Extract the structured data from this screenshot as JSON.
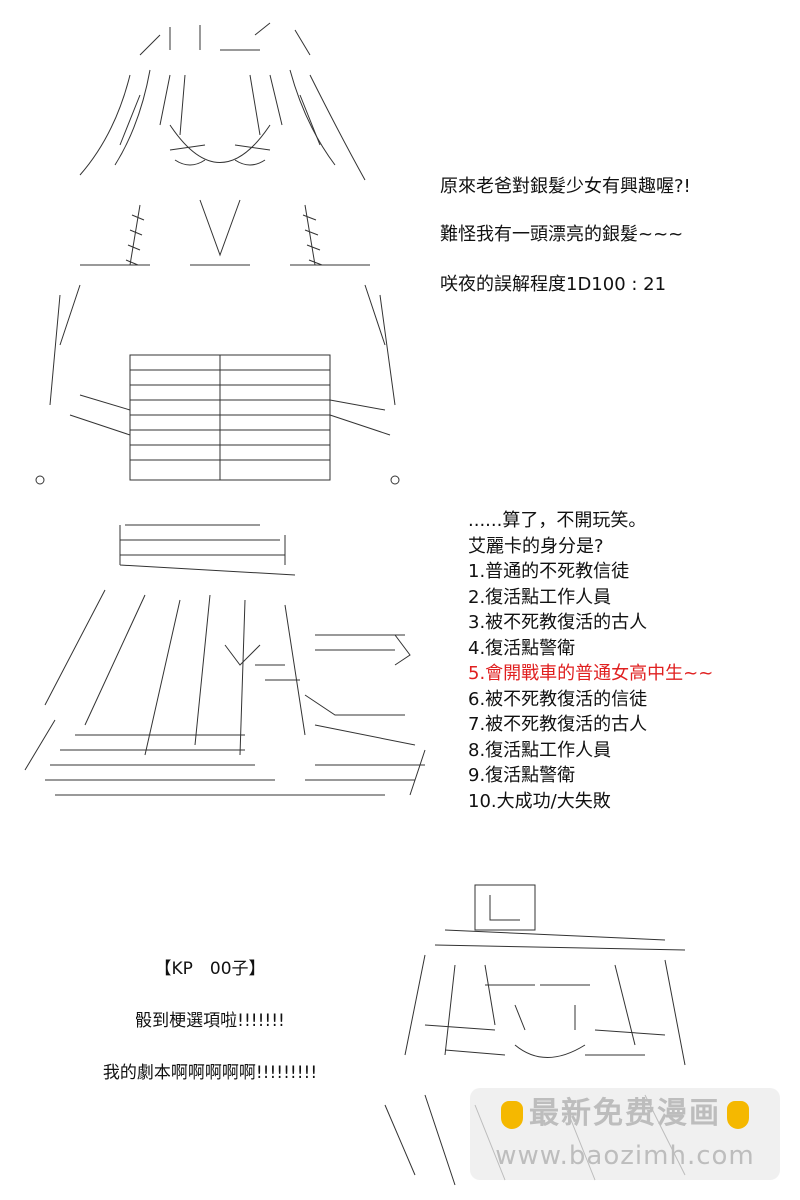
{
  "panel1": {
    "lines": [
      "原來老爸對銀髮少女有興趣喔?!",
      "難怪我有一頭漂亮的銀髮~~~",
      "咲夜的誤解程度1D100 : 21"
    ]
  },
  "panel2": {
    "intro": [
      "......算了，不開玩笑。",
      "艾麗卡的身分是?"
    ],
    "options": [
      "1.普通的不死教信徒",
      "2.復活點工作人員",
      "3.被不死教復活的古人",
      "4.復活點警衛",
      "5.會開戰車的普通女高中生~~",
      "6.被不死教復活的信徒",
      "7.被不死教復活的古人",
      "8.復活點工作人員",
      "9.復活點警衛",
      "10.大成功/大失敗"
    ],
    "highlight_index": 4,
    "highlight_color": "#e02020"
  },
  "panel3": {
    "lines": [
      "【KP　00子】",
      "骰到梗選項啦!!!!!!!",
      "我的劇本啊啊啊啊啊!!!!!!!!!"
    ]
  },
  "watermark": {
    "top": "最新免费漫画",
    "bottom": "www.baozimh.com",
    "hand_icon": "pointing-hand-icon",
    "hand_color": "#f5b800"
  }
}
